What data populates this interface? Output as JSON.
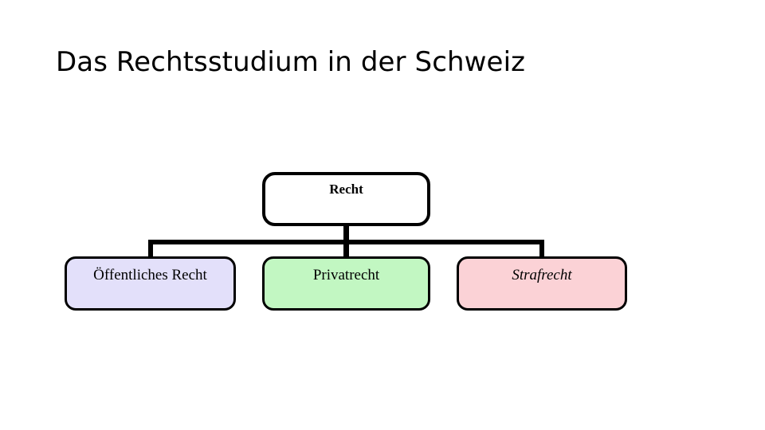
{
  "slide": {
    "title": "Das Rechtsstudium in der Schweiz",
    "background_color": "#ffffff"
  },
  "diagram": {
    "type": "hierarchy",
    "root": {
      "label": "Recht",
      "fill_color": "#ffffff",
      "border_color": "#000000",
      "text_style": "bold-serif"
    },
    "children": [
      {
        "label": "Öffentliches Recht",
        "fill_color": "#e3e0fa",
        "border_color": "#000000",
        "text_style": "serif"
      },
      {
        "label": "Privatrecht",
        "fill_color": "#c2f7c2",
        "border_color": "#000000",
        "text_style": "serif"
      },
      {
        "label": "Strafrecht",
        "fill_color": "#fbd2d6",
        "border_color": "#000000",
        "text_style": "italic-serif"
      }
    ]
  }
}
